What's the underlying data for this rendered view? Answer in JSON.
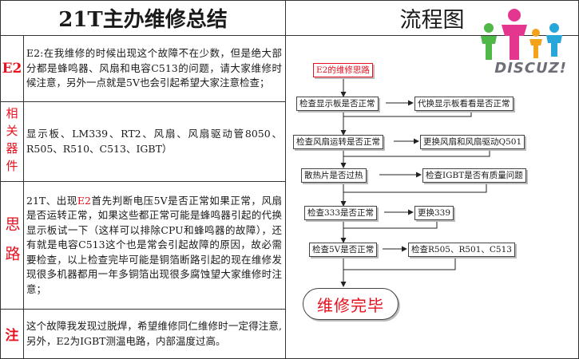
{
  "header": {
    "left_title": "21T主办维修总结",
    "right_title": "流程图"
  },
  "rows": [
    {
      "label": "E2",
      "text": "E2:在我维修的时候出现这个故障不在少数，但是绝大部分都是蜂鸣器、风扇和电容C513的问题，请大家维修时候注意，另外一点就是5V也会引起希望大家注意检查；"
    },
    {
      "label": "相关器件",
      "text": "显示板、LM339、RT2、风扇、风扇驱动管8050、R505、R510、C513、IGBT）"
    },
    {
      "label": "思路",
      "text_prefix": "21T、出现",
      "text_red": "E2",
      "text_suffix": "首先判断电压5V是否正常如果正常，风扇是否运转正常，如果这些都正常可能是蜂鸣器引起的代换显示板试一下（这样可以排除CPU和蜂鸣器的故障），还有就是电容C513这个也是常会引起故障的原因，故必需要检查，以上检查完毕可能是铜箔断路引起的现在维修发现很多机器都用一年多铜箔出现很多腐蚀望大家维修时注意；"
    },
    {
      "label": "注",
      "text": "这个故障我发现过脱焊，希望维修同仁维修时一定得注意,另外，E2为IGBT测温电路，内部温度过高。"
    }
  ],
  "flow": {
    "start": "E2的维修思路",
    "steps": [
      {
        "check": "检查显示板是否正常",
        "action": "代换显示板看看是否正常"
      },
      {
        "check": "检查风扇运转是否正常",
        "action": "更换风扇和风扇驱动Q501"
      },
      {
        "check": "散热片是否过热",
        "action": "检查IGBT是否有质量问题"
      },
      {
        "check": "检查333是否正常",
        "action": "更换339"
      },
      {
        "check": "检查5V是否正常",
        "action": "检查R505、R501、C513"
      }
    ],
    "end": "维修完毕"
  },
  "logo": {
    "text": "DISCUZ!",
    "colors": [
      "#4fb848",
      "#e5368f",
      "#f3a31a",
      "#27a6d9"
    ]
  }
}
